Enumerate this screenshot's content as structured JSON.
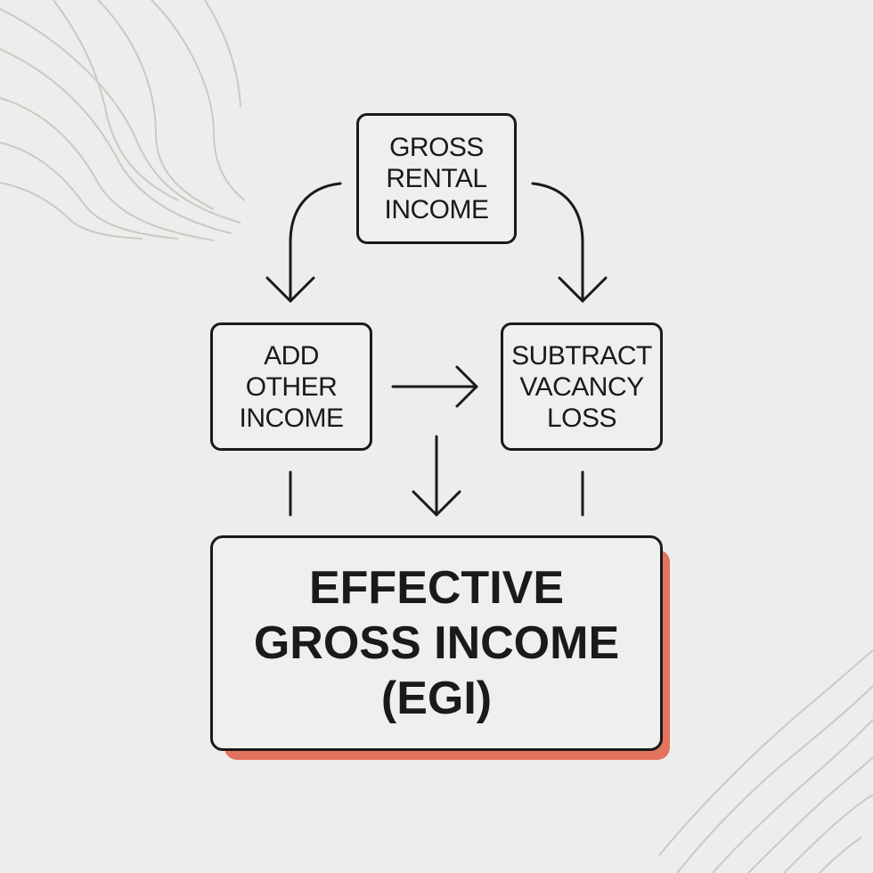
{
  "nodes": {
    "gross_rental_income": {
      "lines": [
        "GROSS",
        "RENTAL",
        "INCOME"
      ]
    },
    "add_other_income": {
      "lines": [
        "ADD",
        "OTHER",
        "INCOME"
      ]
    },
    "subtract_vacancy_loss": {
      "lines": [
        "SUBTRACT",
        "VACANCY",
        "LOSS"
      ]
    },
    "effective_gross_income": {
      "lines": [
        "EFFECTIVE",
        "GROSS INCOME",
        "(EGI)"
      ]
    }
  },
  "colors": {
    "background": "#ededeb",
    "stroke": "#1a1a1a",
    "accent_shadow": "#e2735d",
    "decor_lines": "#c9c9c6"
  }
}
